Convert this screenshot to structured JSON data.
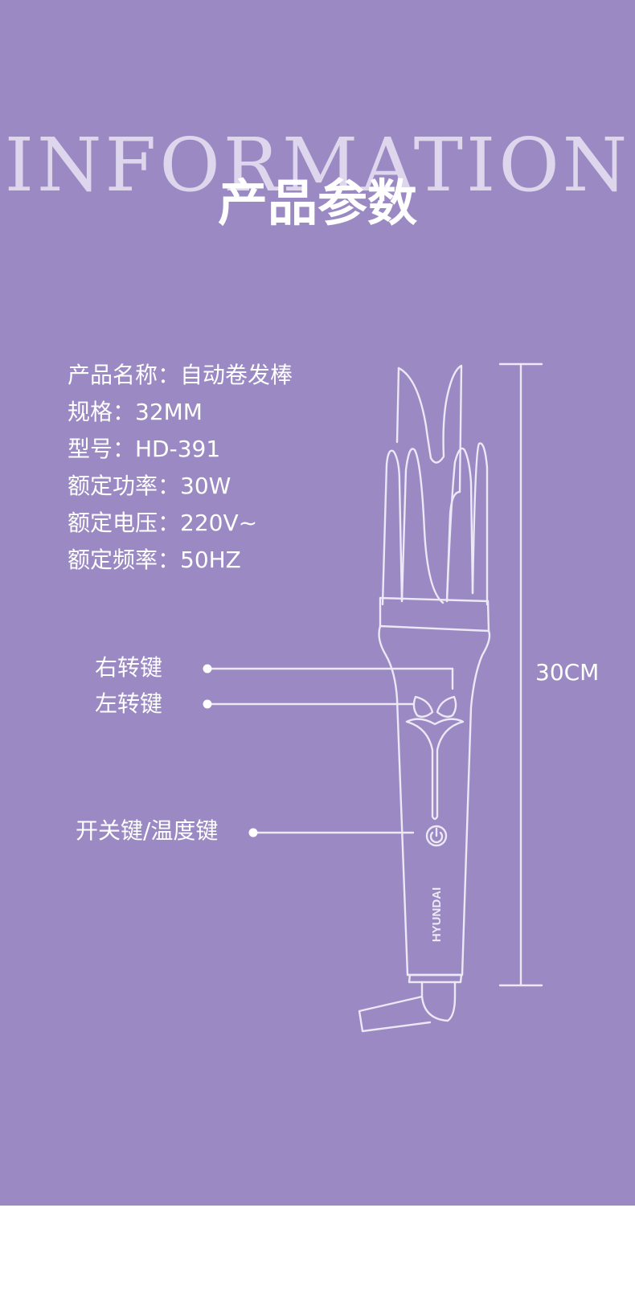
{
  "header": {
    "bg_word": "INFORMATION",
    "title": "产品参数"
  },
  "specs": [
    "产品名称：自动卷发棒",
    "规格：32MM",
    "型号：HD-391",
    "额定功率：30W",
    "额定电压：220V~",
    "额定频率：50HZ"
  ],
  "callouts": {
    "right_key": "右转键",
    "left_key": "左转键",
    "power_key": "开关键/温度键"
  },
  "product": {
    "brand": "HYUNDAI",
    "length": "30CM"
  },
  "colors": {
    "background": "#9b89c3",
    "bg_word": "#ddd6ec",
    "line": "#ece8f5",
    "footer": "#ffffff"
  }
}
